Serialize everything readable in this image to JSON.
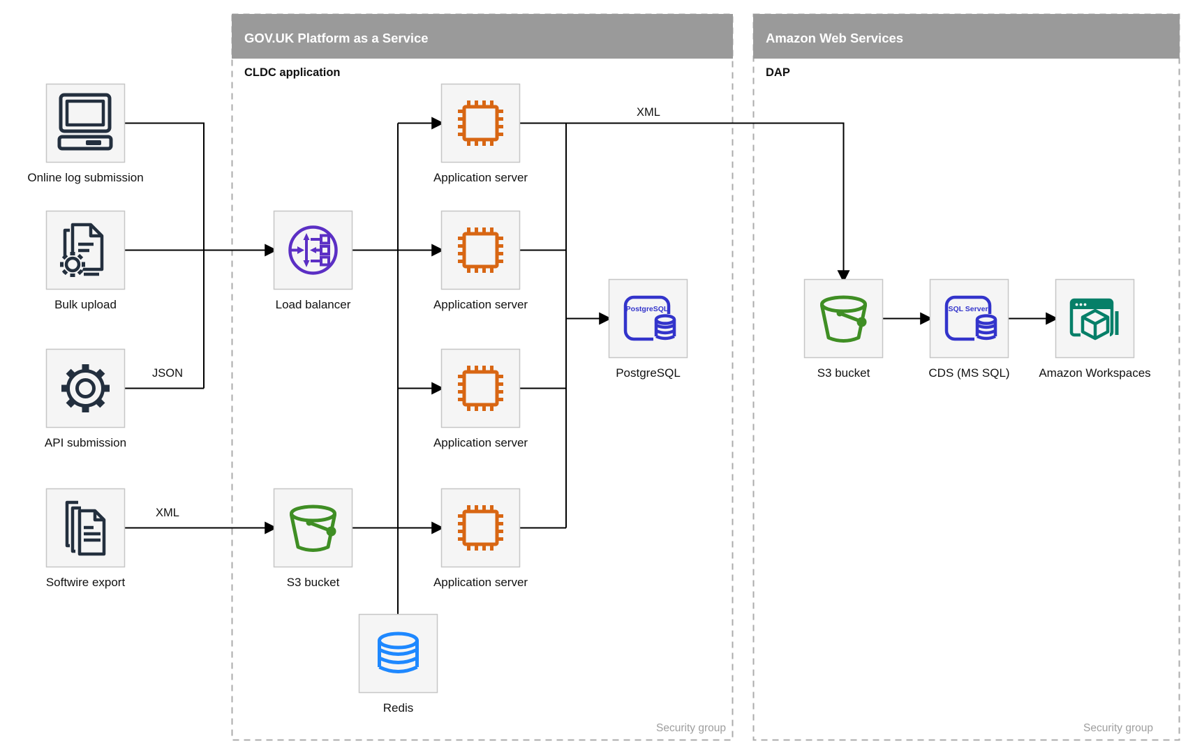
{
  "panels": {
    "paas": {
      "title": "GOV.UK Platform as a Service",
      "sublabel": "CLDC application",
      "footer": "Security group"
    },
    "aws": {
      "title": "Amazon Web Services",
      "sublabel": "DAP",
      "footer": "Security group"
    }
  },
  "nodes": {
    "online_log": {
      "label": "Online log submission",
      "icon": "computer-icon"
    },
    "bulk_upload": {
      "label": "Bulk upload",
      "icon": "document-gear-icon"
    },
    "api_submission": {
      "label": "API submission",
      "icon": "gear-icon"
    },
    "softwire_export": {
      "label": "Softwire export",
      "icon": "document-stack-icon"
    },
    "load_balancer": {
      "label": "Load balancer",
      "icon": "load-balancer-icon"
    },
    "s3_paas": {
      "label": "S3 bucket",
      "icon": "bucket-icon"
    },
    "app_server_1": {
      "label": "Application server",
      "icon": "chip-icon"
    },
    "app_server_2": {
      "label": "Application server",
      "icon": "chip-icon"
    },
    "app_server_3": {
      "label": "Application server",
      "icon": "chip-icon"
    },
    "app_server_4": {
      "label": "Application server",
      "icon": "chip-icon"
    },
    "postgres": {
      "label": "PostgreSQL",
      "badge": "PostgreSQL",
      "icon": "postgresql-icon"
    },
    "redis": {
      "label": "Redis",
      "icon": "database-cylinder-icon"
    },
    "s3_aws": {
      "label": "S3 bucket",
      "icon": "bucket-icon"
    },
    "cds": {
      "label": "CDS (MS SQL)",
      "badge": "SQL Server",
      "icon": "sql-server-icon"
    },
    "workspaces": {
      "label": "Amazon Workspaces",
      "icon": "workspaces-icon"
    }
  },
  "edge_labels": {
    "json": "JSON",
    "xml_export": "XML",
    "xml_transfer": "XML"
  },
  "colors": {
    "node_ink": "#232f3e",
    "load_balancer_purple": "#5b2fc4",
    "app_server_orange": "#d86613",
    "bucket_green": "#3f8e24",
    "database_indigo": "#3334cb",
    "redis_azure": "#1e88ff",
    "workspaces_teal": "#067f68",
    "header_gray": "#9a9a9a",
    "dashed_border_gray": "#ababab",
    "node_box_fill": "#f5f5f5"
  }
}
